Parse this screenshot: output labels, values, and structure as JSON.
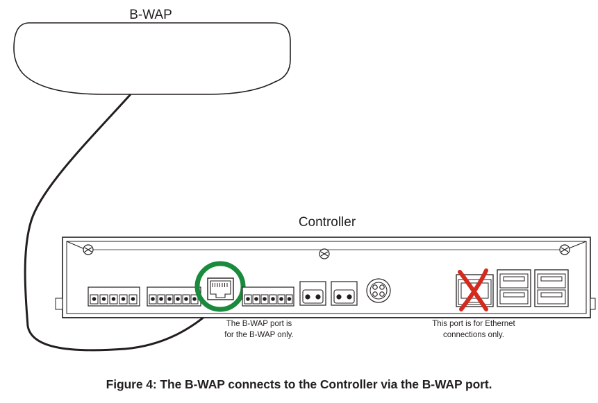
{
  "diagram": {
    "wap_label": "B-WAP",
    "controller_label": "Controller",
    "note_wap_port_line1": "The B-WAP port is",
    "note_wap_port_line2": "for the B-WAP only.",
    "note_ethernet_line1": "This port is for Ethernet",
    "note_ethernet_line2": "connections only.",
    "caption": "Figure 4: The B-WAP connects to the Controller via the B-WAP port."
  },
  "colors": {
    "ok_ring": "#1a8a3c",
    "forbidden_cross": "#d42a1e",
    "line": "#231f20"
  }
}
